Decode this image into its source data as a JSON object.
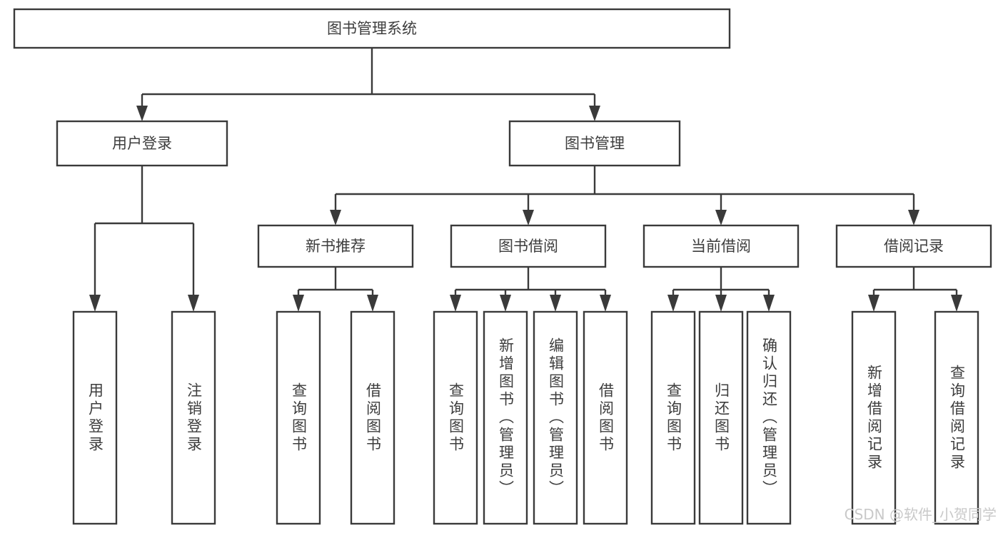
{
  "diagram": {
    "title": "图书管理系统",
    "type": "tree-hierarchy-chart",
    "colors": {
      "box_stroke": "#3a3a3a",
      "box_fill": "#ffffff",
      "text": "#3d3d3d",
      "watermark": "#c9c9c9",
      "background": "#ffffff"
    },
    "root": {
      "label": "图书管理系统"
    },
    "level2": [
      {
        "label": "用户登录"
      },
      {
        "label": "图书管理"
      }
    ],
    "level3": [
      {
        "label": "新书推荐"
      },
      {
        "label": "图书借阅"
      },
      {
        "label": "当前借阅"
      },
      {
        "label": "借阅记录"
      }
    ],
    "leaves": {
      "user_login": [
        {
          "label": "用户登录"
        },
        {
          "label": "注销登录"
        }
      ],
      "new_book_recommend": [
        {
          "label": "查询图书"
        },
        {
          "label": "借阅图书"
        }
      ],
      "book_borrow": [
        {
          "label": "查询图书"
        },
        {
          "label": "新增图书（管理员）"
        },
        {
          "label": "编辑图书（管理员）"
        },
        {
          "label": "借阅图书"
        }
      ],
      "current_borrow": [
        {
          "label": "查询图书"
        },
        {
          "label": "归还图书"
        },
        {
          "label": "确认归还（管理员）"
        }
      ],
      "borrow_record": [
        {
          "label": "新增借阅记录"
        },
        {
          "label": "查询借阅记录"
        }
      ]
    }
  },
  "watermark": {
    "text": "CSDN @软件_小贺同学"
  }
}
